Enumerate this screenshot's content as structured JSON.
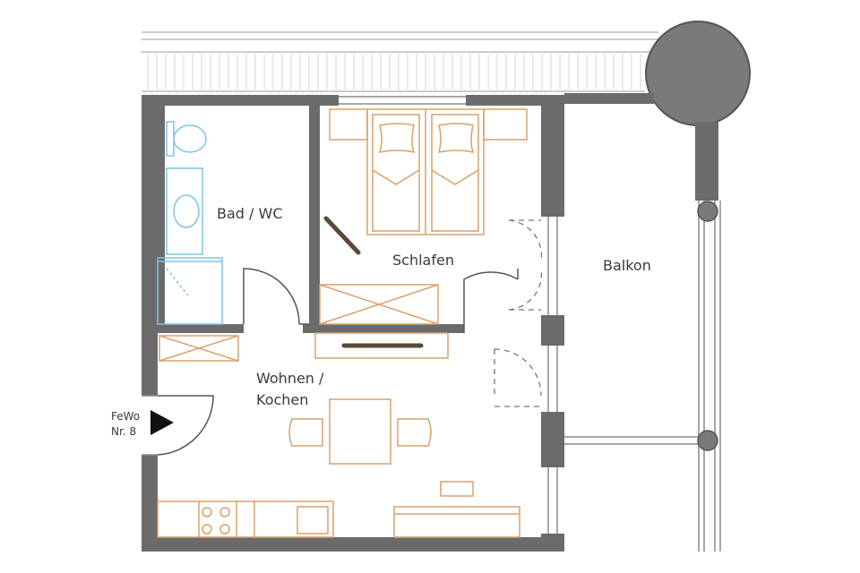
{
  "rooms": {
    "bath": "Bad / WC",
    "bedroom": "Schlafen",
    "balcony": "Balkon",
    "living_line1": "Wohnen /",
    "living_line2": "Kochen"
  },
  "entrance": {
    "line1": "FeWo",
    "line2": "Nr. 8"
  },
  "colors": {
    "wall": "#666666",
    "furniture": "#d8a06a",
    "sanitary": "#7cc3e6",
    "thin_line": "#9a9a9a"
  }
}
